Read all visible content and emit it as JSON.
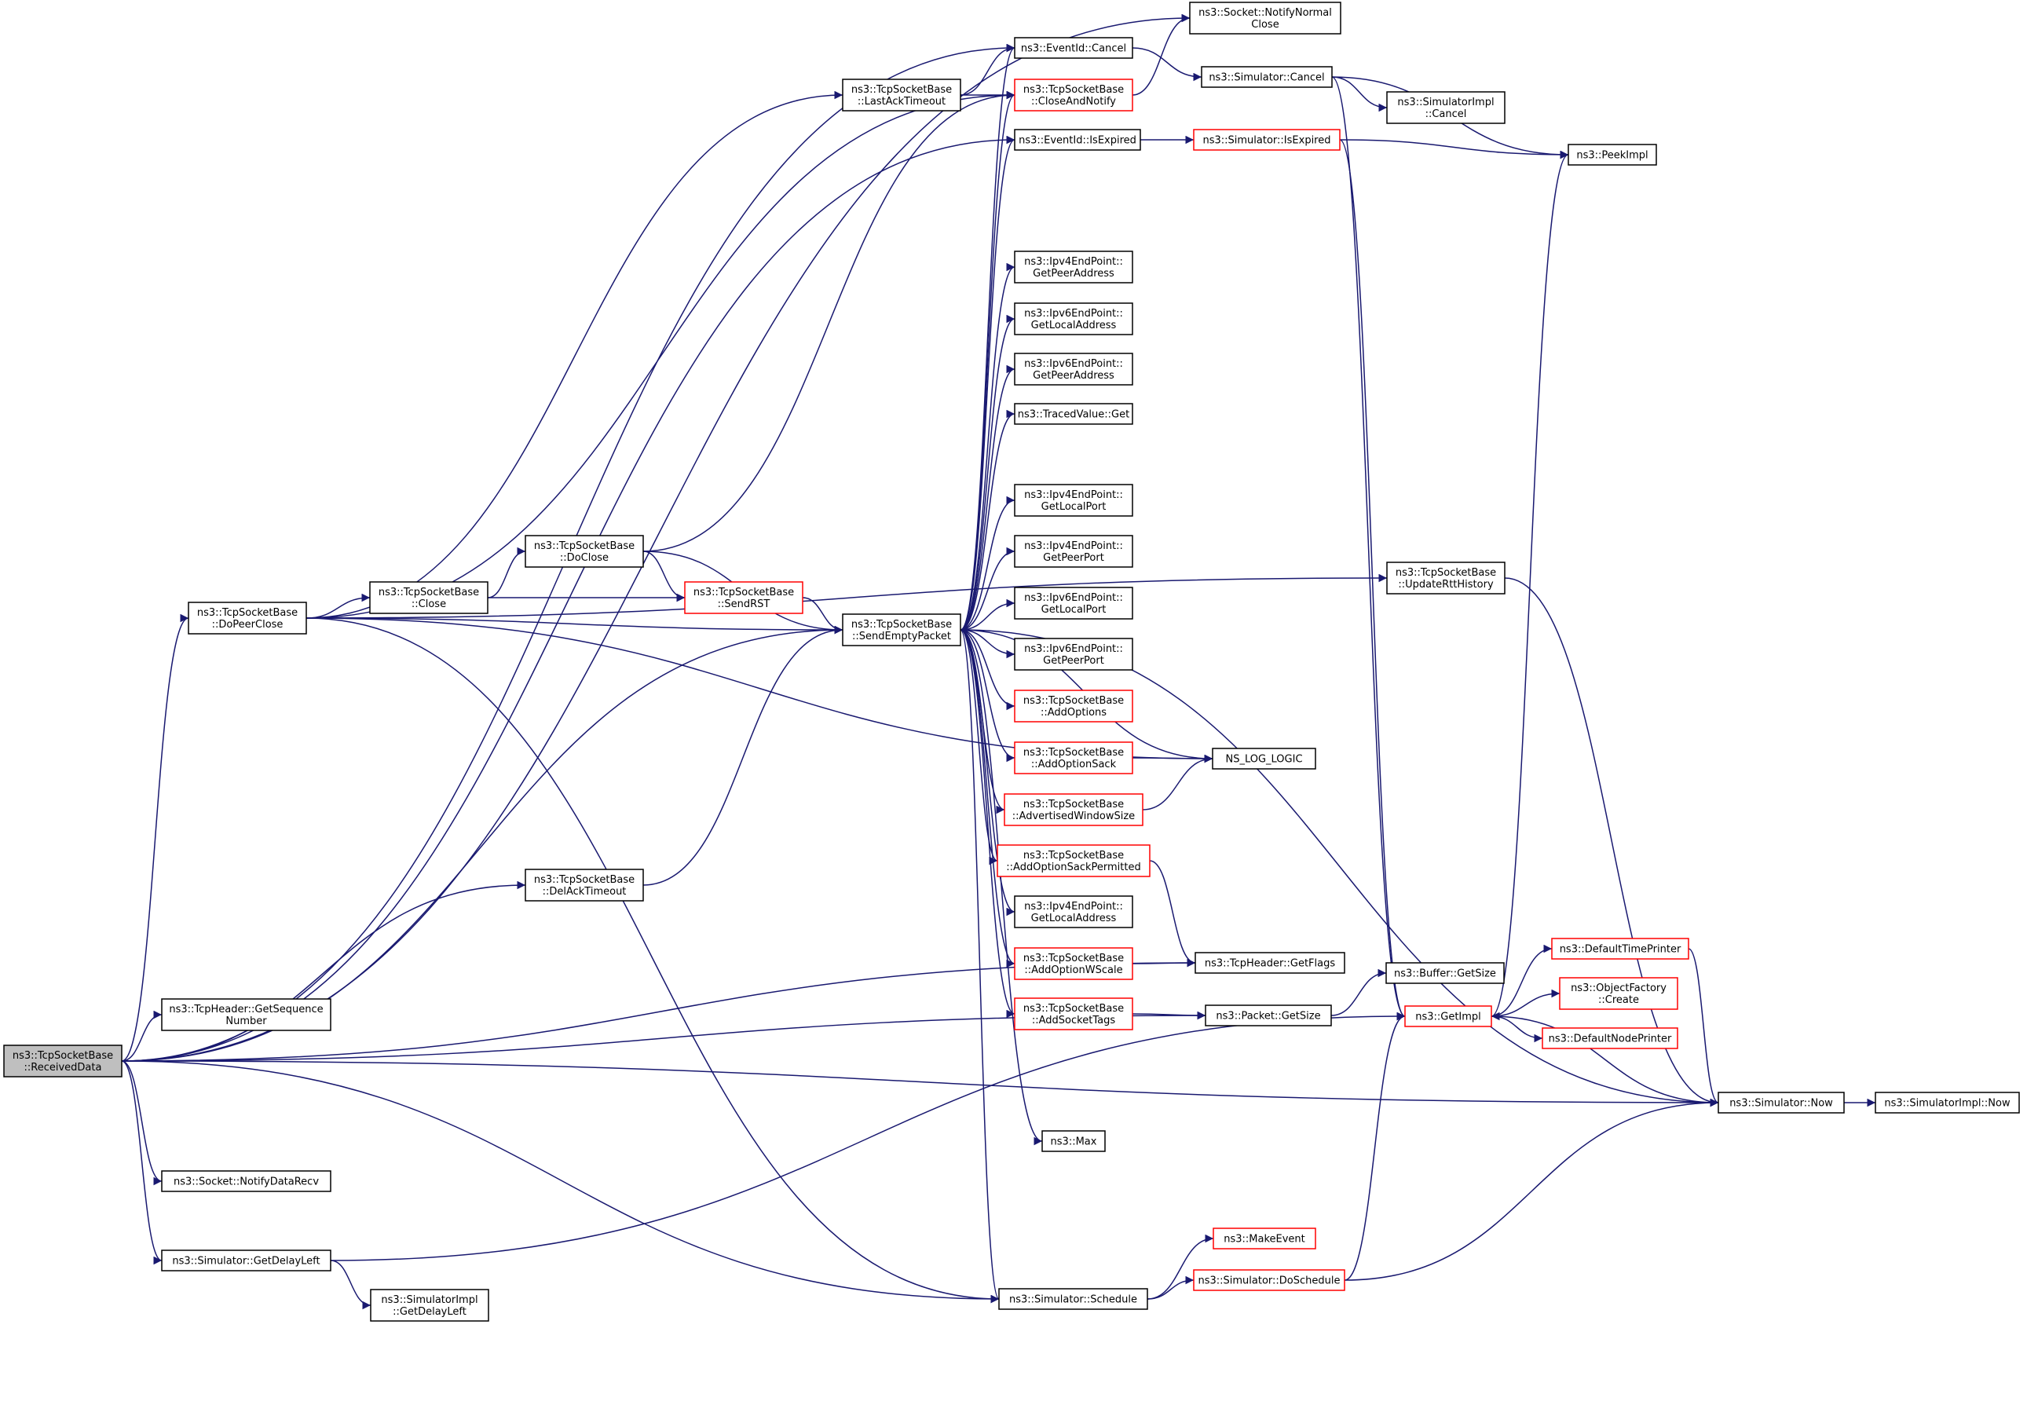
{
  "diagram": {
    "colors": {
      "edge": "#191970",
      "node_border": "#000000",
      "node_border_incomplete": "#ff0000",
      "root_fill": "#bfbfbf",
      "background": "#ffffff"
    },
    "nodes": [
      {
        "id": "received_data",
        "lines": [
          "ns3::TcpSocketBase",
          "::ReceivedData"
        ],
        "style": "root"
      },
      {
        "id": "do_peer_close",
        "lines": [
          "ns3::TcpSocketBase",
          "::DoPeerClose"
        ],
        "style": "normal"
      },
      {
        "id": "close",
        "lines": [
          "ns3::TcpSocketBase",
          "::Close"
        ],
        "style": "normal"
      },
      {
        "id": "do_close",
        "lines": [
          "ns3::TcpSocketBase",
          "::DoClose"
        ],
        "style": "normal"
      },
      {
        "id": "send_rst",
        "lines": [
          "ns3::TcpSocketBase",
          "::SendRST"
        ],
        "style": "incomplete"
      },
      {
        "id": "send_empty_packet",
        "lines": [
          "ns3::TcpSocketBase",
          "::SendEmptyPacket"
        ],
        "style": "normal"
      },
      {
        "id": "del_ack_timeout",
        "lines": [
          "ns3::TcpSocketBase",
          "::DelAckTimeout"
        ],
        "style": "normal"
      },
      {
        "id": "get_sequence_number",
        "lines": [
          "ns3::TcpHeader::GetSequence",
          "Number"
        ],
        "style": "normal"
      },
      {
        "id": "notify_data_recv",
        "lines": [
          "ns3::Socket::NotifyDataRecv"
        ],
        "style": "normal"
      },
      {
        "id": "sim_get_delay_left",
        "lines": [
          "ns3::Simulator::GetDelayLeft"
        ],
        "style": "normal"
      },
      {
        "id": "impl_get_delay_left",
        "lines": [
          "ns3::SimulatorImpl",
          "::GetDelayLeft"
        ],
        "style": "normal"
      },
      {
        "id": "last_ack_timeout",
        "lines": [
          "ns3::TcpSocketBase",
          "::LastAckTimeout"
        ],
        "style": "normal"
      },
      {
        "id": "event_cancel",
        "lines": [
          "ns3::EventId::Cancel"
        ],
        "style": "normal"
      },
      {
        "id": "notify_normal_close",
        "lines": [
          "ns3::Socket::NotifyNormal",
          "Close"
        ],
        "style": "normal"
      },
      {
        "id": "close_and_notify",
        "lines": [
          "ns3::TcpSocketBase",
          "::CloseAndNotify"
        ],
        "style": "incomplete"
      },
      {
        "id": "event_is_expired",
        "lines": [
          "ns3::EventId::IsExpired"
        ],
        "style": "normal"
      },
      {
        "id": "sim_cancel",
        "lines": [
          "ns3::Simulator::Cancel"
        ],
        "style": "normal"
      },
      {
        "id": "impl_cancel",
        "lines": [
          "ns3::SimulatorImpl",
          "::Cancel"
        ],
        "style": "normal"
      },
      {
        "id": "sim_is_expired",
        "lines": [
          "ns3::Simulator::IsExpired"
        ],
        "style": "incomplete"
      },
      {
        "id": "peek_impl",
        "lines": [
          "ns3::PeekImpl"
        ],
        "style": "normal"
      },
      {
        "id": "ipv4_get_peer_address",
        "lines": [
          "ns3::Ipv4EndPoint::",
          "GetPeerAddress"
        ],
        "style": "normal"
      },
      {
        "id": "ipv6_get_local_address",
        "lines": [
          "ns3::Ipv6EndPoint::",
          "GetLocalAddress"
        ],
        "style": "normal"
      },
      {
        "id": "ipv6_get_peer_address",
        "lines": [
          "ns3::Ipv6EndPoint::",
          "GetPeerAddress"
        ],
        "style": "normal"
      },
      {
        "id": "traced_value_get",
        "lines": [
          "ns3::TracedValue::Get"
        ],
        "style": "normal"
      },
      {
        "id": "ipv4_get_local_port",
        "lines": [
          "ns3::Ipv4EndPoint::",
          "GetLocalPort"
        ],
        "style": "normal"
      },
      {
        "id": "ipv4_get_peer_port",
        "lines": [
          "ns3::Ipv4EndPoint::",
          "GetPeerPort"
        ],
        "style": "normal"
      },
      {
        "id": "ipv6_get_local_port",
        "lines": [
          "ns3::Ipv6EndPoint::",
          "GetLocalPort"
        ],
        "style": "normal"
      },
      {
        "id": "ipv6_get_peer_port",
        "lines": [
          "ns3::Ipv6EndPoint::",
          "GetPeerPort"
        ],
        "style": "normal"
      },
      {
        "id": "add_options",
        "lines": [
          "ns3::TcpSocketBase",
          "::AddOptions"
        ],
        "style": "incomplete"
      },
      {
        "id": "add_option_sack",
        "lines": [
          "ns3::TcpSocketBase",
          "::AddOptionSack"
        ],
        "style": "incomplete"
      },
      {
        "id": "advertised_window_size",
        "lines": [
          "ns3::TcpSocketBase",
          "::AdvertisedWindowSize"
        ],
        "style": "incomplete"
      },
      {
        "id": "add_option_sack_permitted",
        "lines": [
          "ns3::TcpSocketBase",
          "::AddOptionSackPermitted"
        ],
        "style": "incomplete"
      },
      {
        "id": "ipv4_get_local_address",
        "lines": [
          "ns3::Ipv4EndPoint::",
          "GetLocalAddress"
        ],
        "style": "normal"
      },
      {
        "id": "add_option_wscale",
        "lines": [
          "ns3::TcpSocketBase",
          "::AddOptionWScale"
        ],
        "style": "incomplete"
      },
      {
        "id": "add_socket_tags",
        "lines": [
          "ns3::TcpSocketBase",
          "::AddSocketTags"
        ],
        "style": "incomplete"
      },
      {
        "id": "max",
        "lines": [
          "ns3::Max"
        ],
        "style": "normal"
      },
      {
        "id": "sim_schedule",
        "lines": [
          "ns3::Simulator::Schedule"
        ],
        "style": "normal"
      },
      {
        "id": "make_event",
        "lines": [
          "ns3::MakeEvent"
        ],
        "style": "incomplete"
      },
      {
        "id": "sim_do_schedule",
        "lines": [
          "ns3::Simulator::DoSchedule"
        ],
        "style": "incomplete"
      },
      {
        "id": "ns_log_logic",
        "lines": [
          "NS_LOG_LOGIC"
        ],
        "style": "normal"
      },
      {
        "id": "get_flags",
        "lines": [
          "ns3::TcpHeader::GetFlags"
        ],
        "style": "normal"
      },
      {
        "id": "packet_get_size",
        "lines": [
          "ns3::Packet::GetSize"
        ],
        "style": "normal"
      },
      {
        "id": "buffer_get_size",
        "lines": [
          "ns3::Buffer::GetSize"
        ],
        "style": "normal"
      },
      {
        "id": "update_rtt_history",
        "lines": [
          "ns3::TcpSocketBase",
          "::UpdateRttHistory"
        ],
        "style": "normal"
      },
      {
        "id": "get_impl",
        "lines": [
          "ns3::GetImpl"
        ],
        "style": "incomplete"
      },
      {
        "id": "default_time_printer",
        "lines": [
          "ns3::DefaultTimePrinter"
        ],
        "style": "incomplete"
      },
      {
        "id": "object_factory_create",
        "lines": [
          "ns3::ObjectFactory",
          "::Create"
        ],
        "style": "incomplete"
      },
      {
        "id": "default_node_printer",
        "lines": [
          "ns3::DefaultNodePrinter"
        ],
        "style": "incomplete"
      },
      {
        "id": "sim_now",
        "lines": [
          "ns3::Simulator::Now"
        ],
        "style": "normal"
      },
      {
        "id": "impl_now",
        "lines": [
          "ns3::SimulatorImpl::Now"
        ],
        "style": "normal"
      }
    ],
    "edges": [
      [
        "received_data",
        "notify_normal_close"
      ],
      [
        "received_data",
        "event_cancel"
      ],
      [
        "received_data",
        "event_is_expired"
      ],
      [
        "received_data",
        "do_peer_close"
      ],
      [
        "received_data",
        "send_empty_packet"
      ],
      [
        "received_data",
        "del_ack_timeout"
      ],
      [
        "received_data",
        "get_sequence_number"
      ],
      [
        "received_data",
        "get_flags"
      ],
      [
        "received_data",
        "sim_now"
      ],
      [
        "received_data",
        "packet_get_size"
      ],
      [
        "received_data",
        "notify_data_recv"
      ],
      [
        "received_data",
        "sim_get_delay_left"
      ],
      [
        "received_data",
        "sim_schedule"
      ],
      [
        "do_peer_close",
        "last_ack_timeout"
      ],
      [
        "do_peer_close",
        "close_and_notify"
      ],
      [
        "do_peer_close",
        "update_rtt_history"
      ],
      [
        "do_peer_close",
        "close"
      ],
      [
        "do_peer_close",
        "send_empty_packet"
      ],
      [
        "do_peer_close",
        "ns_log_logic"
      ],
      [
        "do_peer_close",
        "sim_schedule"
      ],
      [
        "close",
        "do_close"
      ],
      [
        "close",
        "send_rst"
      ],
      [
        "do_close",
        "close_and_notify"
      ],
      [
        "do_close",
        "send_rst"
      ],
      [
        "do_close",
        "send_empty_packet"
      ],
      [
        "send_rst",
        "send_empty_packet"
      ],
      [
        "del_ack_timeout",
        "send_empty_packet"
      ],
      [
        "last_ack_timeout",
        "event_cancel"
      ],
      [
        "last_ack_timeout",
        "close_and_notify"
      ],
      [
        "close_and_notify",
        "notify_normal_close"
      ],
      [
        "event_cancel",
        "sim_cancel"
      ],
      [
        "sim_cancel",
        "impl_cancel"
      ],
      [
        "sim_cancel",
        "peek_impl"
      ],
      [
        "sim_cancel",
        "get_impl"
      ],
      [
        "event_is_expired",
        "sim_is_expired"
      ],
      [
        "sim_is_expired",
        "peek_impl"
      ],
      [
        "sim_is_expired",
        "get_impl"
      ],
      [
        "send_empty_packet",
        "event_cancel"
      ],
      [
        "send_empty_packet",
        "close_and_notify"
      ],
      [
        "send_empty_packet",
        "event_is_expired"
      ],
      [
        "send_empty_packet",
        "ns_log_logic"
      ],
      [
        "send_empty_packet",
        "ipv4_get_peer_address"
      ],
      [
        "send_empty_packet",
        "ipv6_get_local_address"
      ],
      [
        "send_empty_packet",
        "ipv6_get_peer_address"
      ],
      [
        "send_empty_packet",
        "traced_value_get"
      ],
      [
        "send_empty_packet",
        "ipv4_get_local_port"
      ],
      [
        "send_empty_packet",
        "ipv4_get_peer_port"
      ],
      [
        "send_empty_packet",
        "ipv6_get_local_port"
      ],
      [
        "send_empty_packet",
        "ipv6_get_peer_port"
      ],
      [
        "send_empty_packet",
        "add_options"
      ],
      [
        "send_empty_packet",
        "add_option_sack"
      ],
      [
        "send_empty_packet",
        "advertised_window_size"
      ],
      [
        "send_empty_packet",
        "add_option_sack_permitted"
      ],
      [
        "send_empty_packet",
        "ipv4_get_local_address"
      ],
      [
        "send_empty_packet",
        "add_option_wscale"
      ],
      [
        "send_empty_packet",
        "add_socket_tags"
      ],
      [
        "send_empty_packet",
        "max"
      ],
      [
        "send_empty_packet",
        "sim_schedule"
      ],
      [
        "send_empty_packet",
        "sim_now"
      ],
      [
        "add_option_sack",
        "ns_log_logic"
      ],
      [
        "advertised_window_size",
        "ns_log_logic"
      ],
      [
        "add_option_sack_permitted",
        "get_flags"
      ],
      [
        "add_option_wscale",
        "get_flags"
      ],
      [
        "add_socket_tags",
        "packet_get_size"
      ],
      [
        "packet_get_size",
        "buffer_get_size"
      ],
      [
        "sim_get_delay_left",
        "impl_get_delay_left"
      ],
      [
        "sim_get_delay_left",
        "get_impl"
      ],
      [
        "sim_schedule",
        "make_event"
      ],
      [
        "sim_schedule",
        "sim_do_schedule"
      ],
      [
        "sim_do_schedule",
        "get_impl"
      ],
      [
        "sim_do_schedule",
        "sim_now"
      ],
      [
        "update_rtt_history",
        "sim_now"
      ],
      [
        "get_impl",
        "peek_impl"
      ],
      [
        "get_impl",
        "default_time_printer"
      ],
      [
        "get_impl",
        "object_factory_create"
      ],
      [
        "get_impl",
        "default_node_printer"
      ],
      [
        "default_time_printer",
        "sim_now"
      ],
      [
        "sim_now",
        "get_impl"
      ],
      [
        "sim_now",
        "impl_now"
      ]
    ]
  }
}
